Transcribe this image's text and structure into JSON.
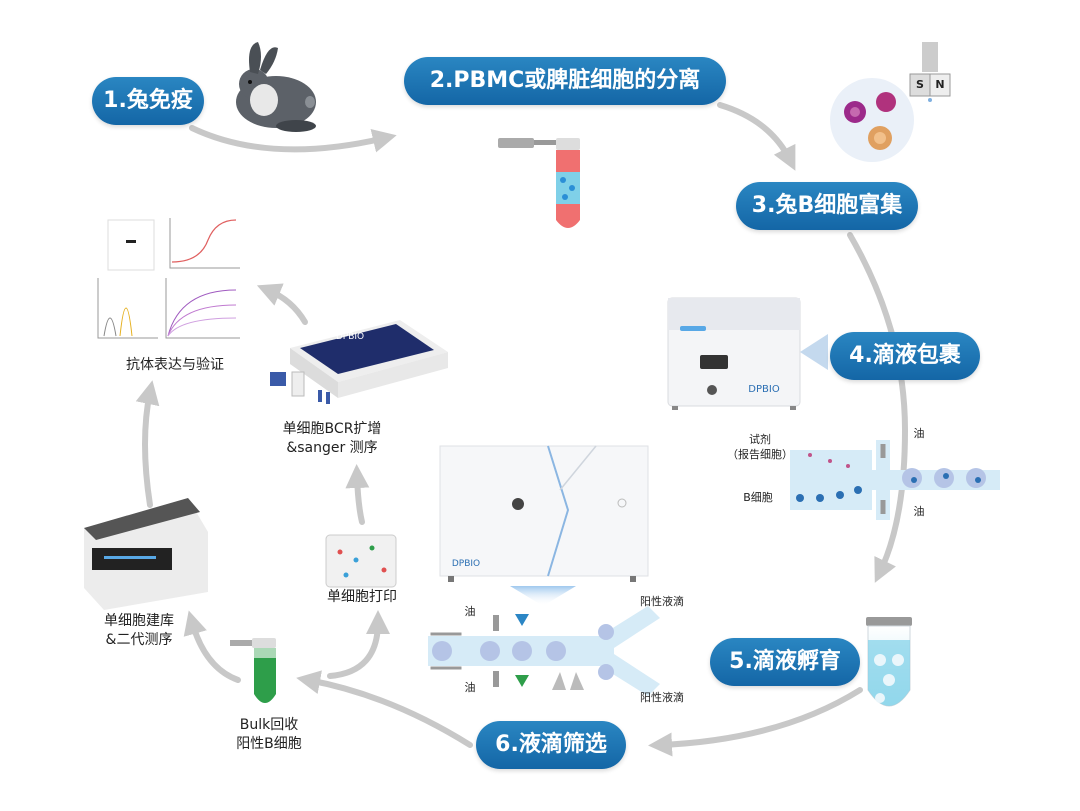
{
  "steps": {
    "s1": "1.兔免疫",
    "s2": "2.PBMC或脾脏细胞的分离",
    "s3": "3.兔B细胞富集",
    "s4": "4.滴液包裹",
    "s5": "5.滴液孵育",
    "s6": "6.液滴筛选"
  },
  "labels": {
    "expression": "抗体表达与验证",
    "bcr_line1": "单细胞BCR扩增",
    "bcr_line2": "&sanger 测序",
    "print": "单细胞打印",
    "lib_line1": "单细胞建库",
    "lib_line2": "&二代测序",
    "bulk_line1": "Bulk回收",
    "bulk_line2": "阳性B细胞"
  },
  "encap": {
    "reagent_line1": "试剂",
    "reagent_line2": "（报告细胞）",
    "bcell": "B细胞",
    "oil_top": "油",
    "oil_bottom": "油"
  },
  "screen": {
    "oil_top": "油",
    "oil_bottom": "油",
    "positive_top": "阳性液滴",
    "positive_bottom": "阳性液滴"
  },
  "magnet": {
    "south": "S",
    "north": "N"
  },
  "brand": "DPBIO",
  "colors": {
    "pill": "#1466a6",
    "arrow": "#c8c8c8",
    "channel": "#d6ebf7",
    "instrument_navy": "#1f2d6b",
    "green": "#2e9e4a",
    "tube_red": "#f07070",
    "tube_blue": "#7fd0e8"
  }
}
